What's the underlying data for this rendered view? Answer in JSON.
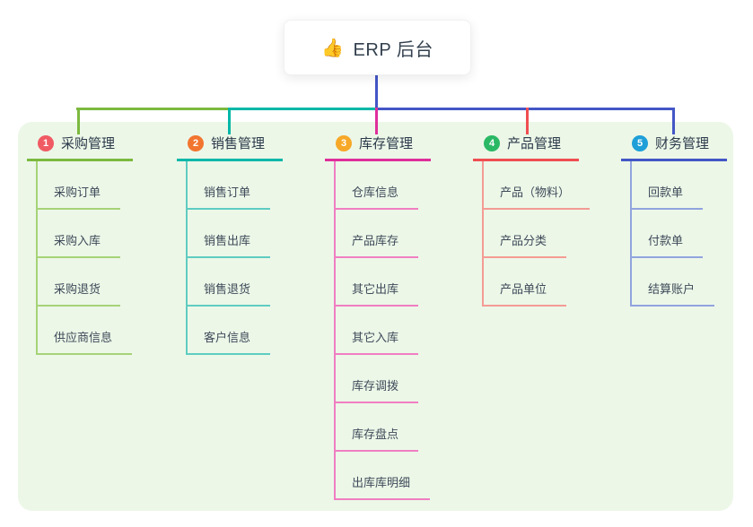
{
  "root": {
    "icon": "👍",
    "title": "ERP 后台"
  },
  "branches": [
    {
      "index": "1",
      "label": "采购管理",
      "badge_color": "#F05B63",
      "line_color": "#7CB93F",
      "light_color": "#A6D377",
      "children": [
        "采购订单",
        "采购入库",
        "采购退货",
        "供应商信息"
      ]
    },
    {
      "index": "2",
      "label": "销售管理",
      "badge_color": "#F2752F",
      "line_color": "#00B7A8",
      "light_color": "#5FCCC1",
      "children": [
        "销售订单",
        "销售出库",
        "销售退货",
        "客户信息"
      ]
    },
    {
      "index": "3",
      "label": "库存管理",
      "badge_color": "#F7A828",
      "line_color": "#DF2F9B",
      "light_color": "#F07EC2",
      "children": [
        "仓库信息",
        "产品库存",
        "其它出库",
        "其它入库",
        "库存调拨",
        "库存盘点",
        "出库库明细"
      ]
    },
    {
      "index": "4",
      "label": "产品管理",
      "badge_color": "#2BB865",
      "line_color": "#F04E52",
      "light_color": "#F49B94",
      "children": [
        "产品（物料）",
        "产品分类",
        "产品单位"
      ]
    },
    {
      "index": "5",
      "label": "财务管理",
      "badge_color": "#1E9FD8",
      "line_color": "#4356C6",
      "light_color": "#91A4DE",
      "children": [
        "回款单",
        "付款单",
        "结算账户"
      ]
    }
  ]
}
